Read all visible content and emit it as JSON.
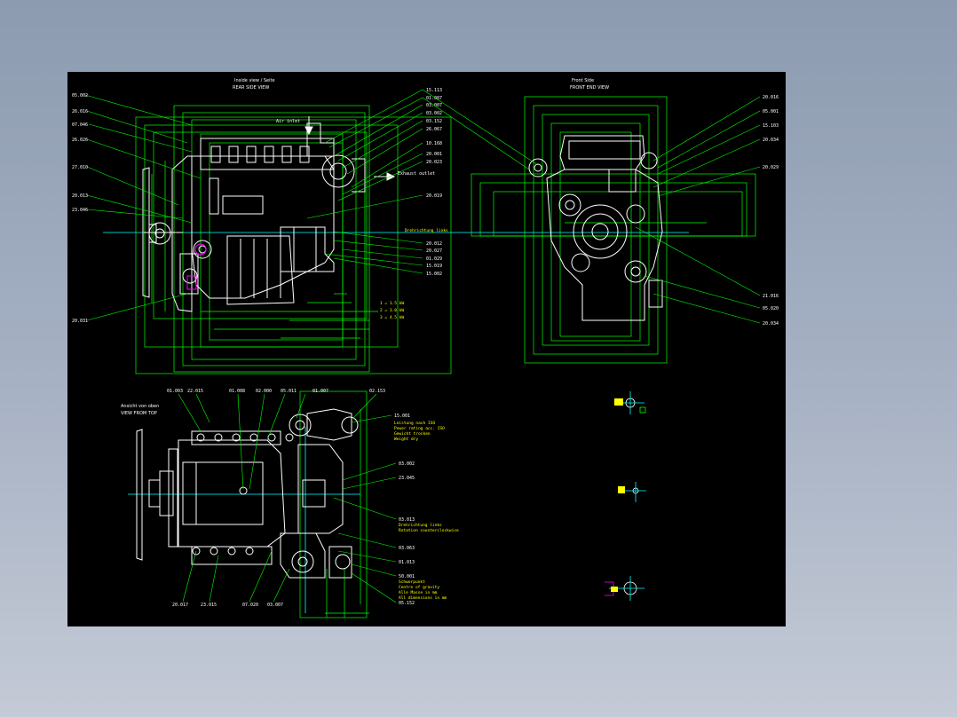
{
  "colors": {
    "background_top": "#8c9bb0",
    "background_bottom": "#c4cad6",
    "sheet": "#000000",
    "outline": "#ffffff",
    "dimension": "#00ff00",
    "centerline": "#00ffff",
    "note": "#ffff00",
    "highlight": "#ff00ff"
  },
  "views": {
    "side_title": "Inside view / Seite",
    "side_subtitle": "REAR SIDE VIEW",
    "front_title": "Front Side",
    "front_subtitle": "FRONT END VIEW",
    "top_title": "Ansicht von oben",
    "top_subtitle": "VIEW FROM TOP",
    "air_inlet": "Air inlet",
    "exhaust_outlet": "Exhaust outlet"
  },
  "side_callouts_left": [
    "05.002",
    "26.016",
    "07.046",
    "26.026",
    "27.010",
    "20.013",
    "23.046",
    "20.031"
  ],
  "side_callouts_right": [
    "15.113",
    "01.087",
    "03.007",
    "03.002",
    "03.152",
    "26.067",
    "10.168",
    "20.001",
    "20.023",
    "20.019"
  ],
  "side_callouts_bottom": [
    "20.012",
    "20.027",
    "01.029",
    "15.019",
    "15.002"
  ],
  "front_callouts_right": [
    "20.016",
    "05.001",
    "15.103",
    "20.034",
    "20.029",
    "21.016",
    "05.020",
    "20.034"
  ],
  "top_callouts_top": [
    "01.003",
    "22.015",
    "01.008",
    "02.000",
    "05.011",
    "01.007",
    "02.153"
  ],
  "top_callouts_right": [
    "15.001",
    "03.002",
    "23.045",
    "03.013",
    "03.063",
    "01.013",
    "50.001",
    "05.152"
  ],
  "top_callouts_bottom": [
    "20.017",
    "23.015",
    "07.020",
    "03.007"
  ],
  "notes": {
    "legend": [
      "1 = 1.5 kW",
      "2 = 3.0 kW",
      "3 = 4.5 kW"
    ],
    "top_right": [
      "Leistung nach ISO",
      "Power rating acc. ISO",
      "Gewicht trocken",
      "Weight dry"
    ],
    "mid_right": [
      "Drehrichtung links",
      "Rotation counterclockwise"
    ],
    "bottom_right": [
      "Schwerpunkt",
      "Centre of gravity",
      "Alle Masse in mm",
      "All dimensions in mm"
    ]
  }
}
